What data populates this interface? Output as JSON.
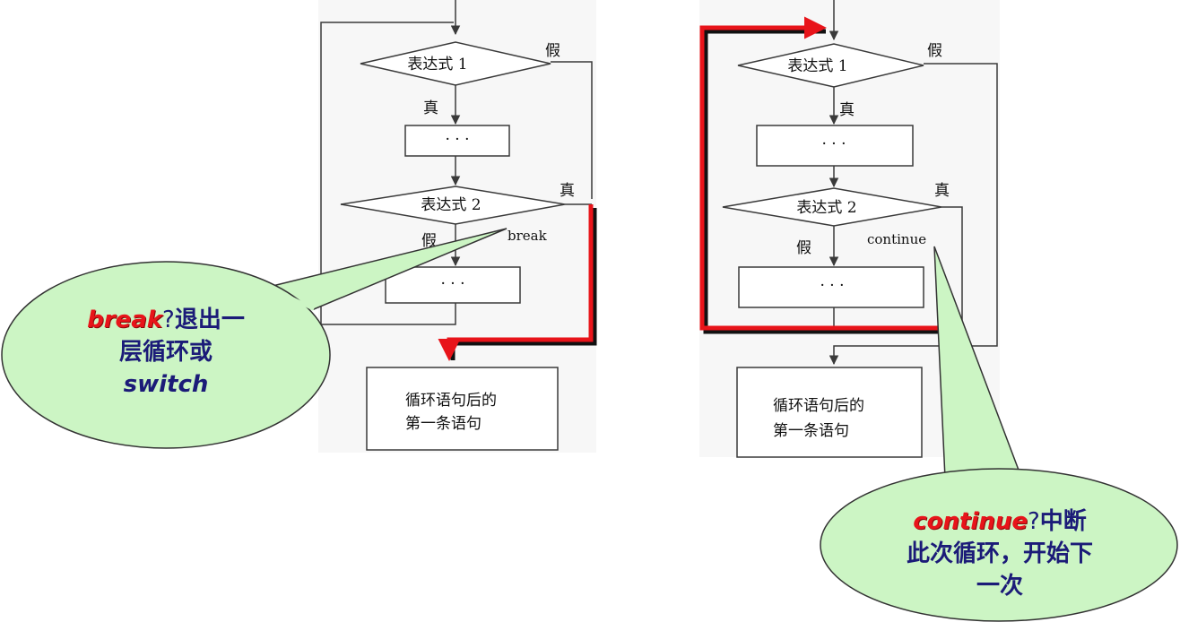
{
  "left_flow": {
    "cond1": "表达式 1",
    "cond2": "表达式 2",
    "true_label": "真",
    "false_label": "假",
    "body1": "· · ·",
    "body2": "· · ·",
    "jump_label": "break",
    "after_line1": "循环语句后的",
    "after_line2": "第一条语句"
  },
  "right_flow": {
    "cond1": "表达式 1",
    "cond2": "表达式 2",
    "true_label": "真",
    "false_label": "假",
    "body1": "· · ·",
    "body2": "· · ·",
    "jump_label": "continue",
    "after_line1": "循环语句后的",
    "after_line2": "第一条语句"
  },
  "callout_break": {
    "keyword": "break",
    "q": "?",
    "line1_rest": "退出一",
    "line2": "层循环或",
    "line3": "switch"
  },
  "callout_continue": {
    "keyword": "continue",
    "q": "?",
    "line1_rest": "中断",
    "line2": "此次循环，开始下",
    "line3": "一次"
  },
  "colors": {
    "highlight": "#e8141a",
    "callout_fill": "#ccf5c4",
    "callout_text": "#1b1b78"
  }
}
